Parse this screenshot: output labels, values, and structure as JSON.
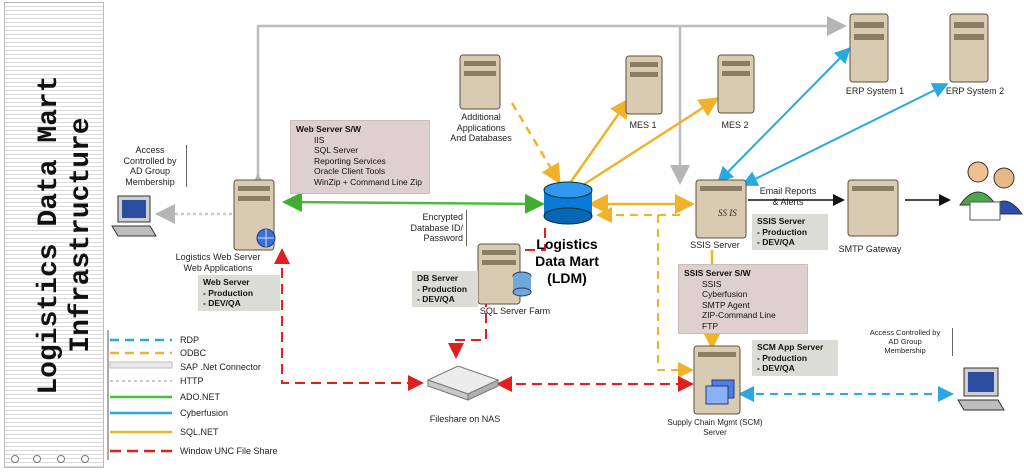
{
  "title": [
    "Logistics Data Mart",
    "Infrastructure"
  ],
  "nodes": {
    "web_server": {
      "label": [
        "Logistics Web Server",
        "Web Applications"
      ]
    },
    "access_left": {
      "label": [
        "Access",
        "Controlled by",
        "AD Group",
        "Membership"
      ]
    },
    "additional_apps": {
      "label": [
        "Additional",
        "Applications",
        "And Databases"
      ]
    },
    "mes1": {
      "label": "MES 1"
    },
    "mes2": {
      "label": "MES 2"
    },
    "erp1": {
      "label": "ERP System 1"
    },
    "erp2": {
      "label": "ERP System 2"
    },
    "ldm": {
      "label": [
        "Logistics",
        "Data Mart",
        "(LDM)"
      ]
    },
    "encrypted": {
      "label": [
        "Encrypted",
        "Database ID/",
        "Password"
      ]
    },
    "sql_farm": {
      "label": "SQL Server Farm"
    },
    "ssis_server": {
      "label": "SSIS Server"
    },
    "email_reports": {
      "label": [
        "Email Reports",
        "& Alerts"
      ]
    },
    "smtp_gateway": {
      "label": "SMTP Gateway"
    },
    "fileshare": {
      "label": "Fileshare on NAS"
    },
    "scm_server": {
      "label": [
        "Supply Chain Mgmt (SCM)",
        "Server"
      ]
    },
    "access_right": {
      "label": [
        "Access Controlled by",
        "AD Group",
        "Membership"
      ]
    }
  },
  "boxes": {
    "web_sw": {
      "header": "Web Server S/W",
      "items": [
        "IIS",
        "SQL Server",
        "Reporting Services",
        "Oracle Client Tools",
        "WinZip + Command Line Zip"
      ]
    },
    "ssis_sw": {
      "header": "SSIS Server S/W",
      "items": [
        "SSIS",
        "Cyberfusion",
        "SMTP Agent",
        "ZIP-Command Line",
        "FTP"
      ]
    }
  },
  "env_labels": {
    "web": [
      "Web Server",
      "- Production",
      "- DEV/QA"
    ],
    "db": [
      "DB Server",
      "- Production",
      "- DEV/QA"
    ],
    "ssis": [
      "SSIS Server",
      "- Production",
      "- DEV/QA"
    ],
    "scm": [
      "SCM App Server",
      "- Production",
      "- DEV/QA"
    ]
  },
  "ssis_badge": "SS IS",
  "legend": [
    {
      "label": "RDP",
      "color": "#2aa8e0",
      "style": "dash"
    },
    {
      "label": "ODBC",
      "color": "#e8b63a",
      "style": "dash"
    },
    {
      "label": "SAP .Net Connector",
      "color": "#bfbfbf",
      "style": "solid"
    },
    {
      "label": "HTTP",
      "color": "#c8c8c8",
      "style": "dot"
    },
    {
      "label": "ADO.NET",
      "color": "#4dbb3f",
      "style": "solid"
    },
    {
      "label": "Cyberfusion",
      "color": "#2aa8e0",
      "style": "solid"
    },
    {
      "label": "SQL.NET",
      "color": "#f0b32a",
      "style": "solid"
    },
    {
      "label": "Window UNC File Share",
      "color": "#e02020",
      "style": "dash"
    }
  ],
  "colors": {
    "sw_box": "#dfd0d0",
    "env_box": "#dcdcd6",
    "ldm_cylinder": "#0a7ad6",
    "server_body": "#d9cbb2"
  }
}
